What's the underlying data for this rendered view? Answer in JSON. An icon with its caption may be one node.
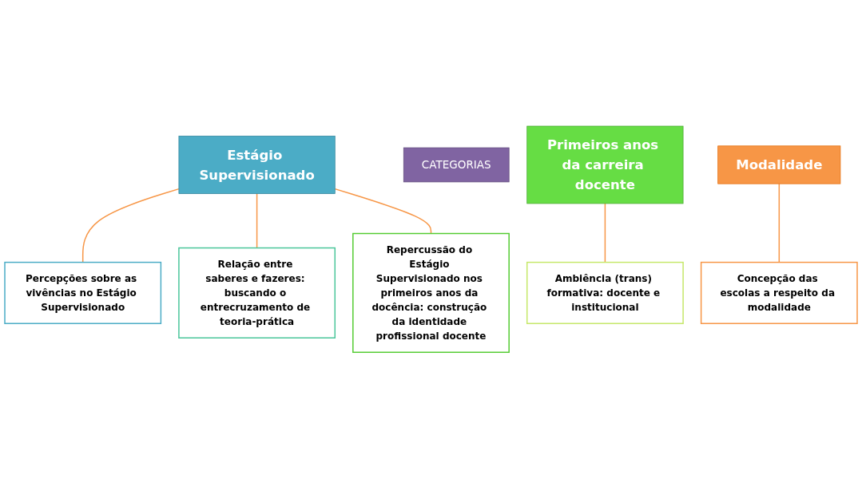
{
  "diagram": {
    "nodes": [
      {
        "text": [
          "Estágio Supervisionado"
        ]
      },
      {
        "text": [
          "Percepções sobre as vivências no Estágio Supervisionado"
        ]
      },
      {
        "text": [
          "CATEGORIAS"
        ]
      },
      {
        "text": [
          "Relação entre saberes e fazeres: buscando o entrecruzamento de teoria-prática"
        ]
      },
      {
        "text": [
          "Repercussão do Estágio Supervisionado nos primeiros anos da docência: construção da identidade profissional docente"
        ]
      },
      {
        "text": [
          "Primeiros anos da carreira docente"
        ]
      },
      {
        "text": [
          "Ambiência (trans) formativa: docente e institucional"
        ]
      },
      {
        "text": [
          "Modalidade"
        ]
      },
      {
        "text": [
          "Concepção das escolas a respeito da modalidade"
        ]
      }
    ],
    "edges": [
      {
        "from": 0,
        "to": 1,
        "arrow": "none"
      },
      {
        "from": 0,
        "to": 3,
        "arrow": "none"
      },
      {
        "from": 0,
        "to": 4,
        "arrow": "none"
      },
      {
        "from": 5,
        "to": 6,
        "arrow": "none"
      },
      {
        "from": 7,
        "to": 8,
        "arrow": "none"
      }
    ]
  }
}
